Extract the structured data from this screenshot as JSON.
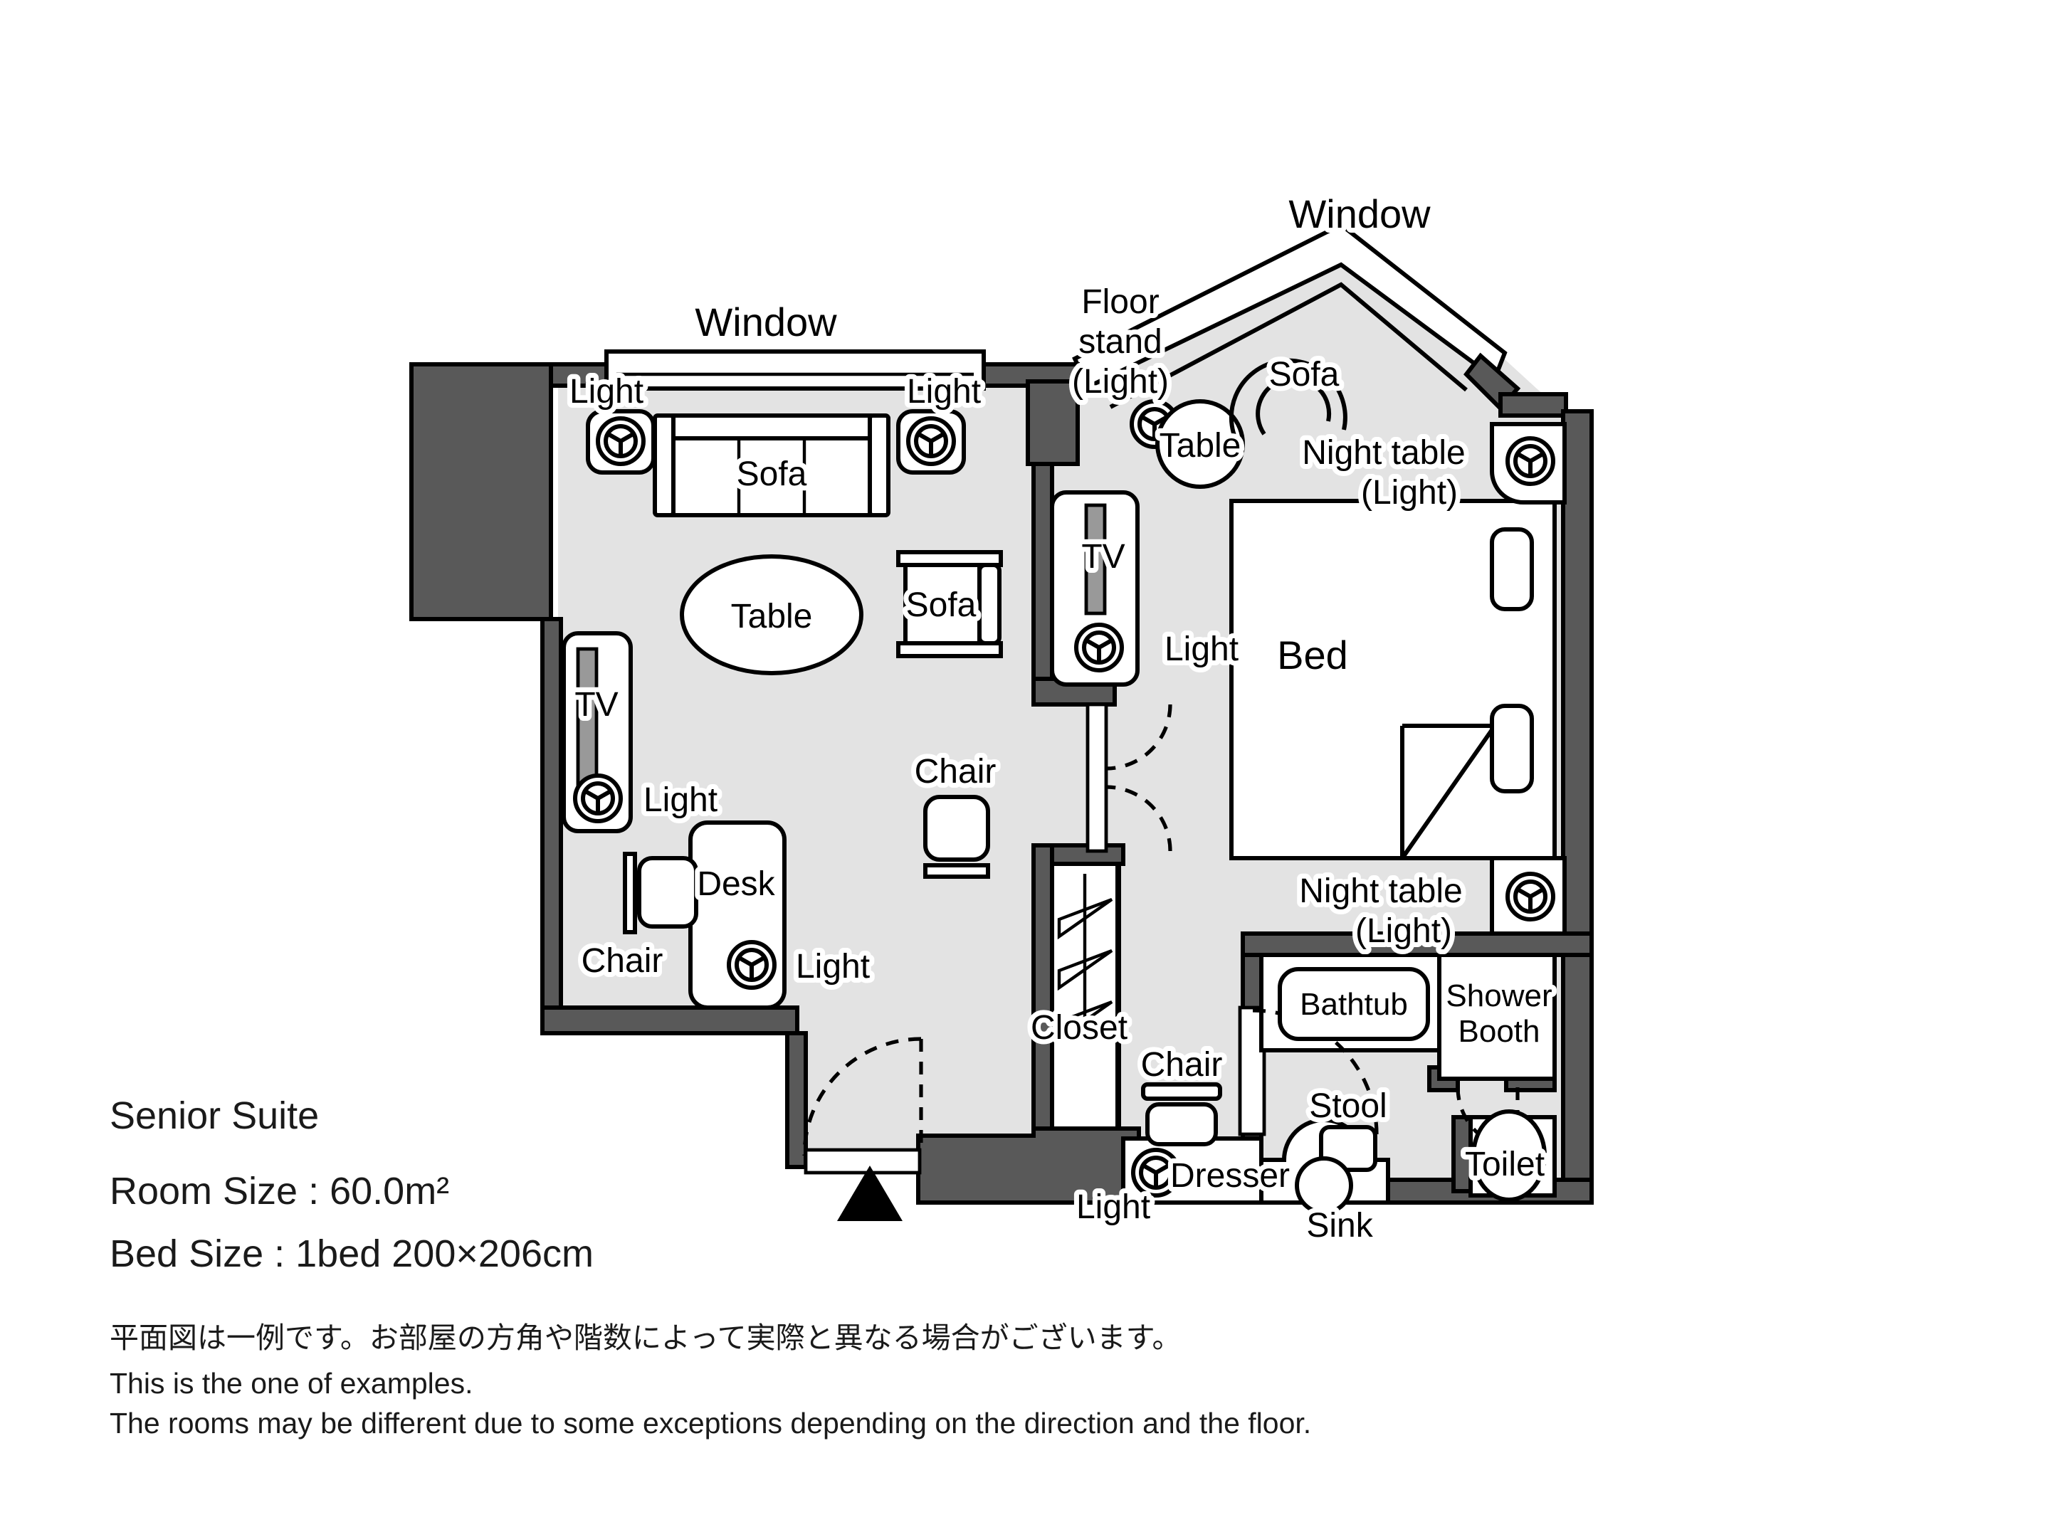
{
  "colors": {
    "wall": "#595959",
    "floor": "#e3e3e3",
    "furniture": "#ffffff",
    "tv_screen": "#999999"
  },
  "plan": {
    "living": {
      "window": "Window",
      "light_left": "Light",
      "light_right": "Light",
      "sofa": "Sofa",
      "table": "Table",
      "sofa_small": "Sofa",
      "tv": "TV",
      "tv_light": "Light",
      "desk": "Desk",
      "desk_light": "Light",
      "desk_chair": "Chair",
      "hall_chair": "Chair",
      "closet": "Closet"
    },
    "bay": {
      "window": "Window",
      "floor_stand_line1": "Floor",
      "floor_stand_line2": "stand",
      "floor_stand_line3": "(Light)",
      "table": "Table",
      "sofa": "Sofa"
    },
    "bedroom": {
      "tv": "TV",
      "tv_light": "Light",
      "bed": "Bed",
      "night_table_top_line1": "Night table",
      "night_table_top_line2": "(Light)",
      "night_table_bottom_line1": "Night table",
      "night_table_bottom_line2": "(Light)"
    },
    "bathroom": {
      "bathtub": "Bathtub",
      "shower_line1": "Shower",
      "shower_line2": "Booth",
      "stool": "Stool",
      "toilet": "Toilet",
      "sink": "Sink"
    },
    "vanity": {
      "chair": "Chair",
      "dresser": "Dresser",
      "light": "Light"
    }
  },
  "info": {
    "title": "Senior Suite",
    "room_size": "Room Size : 60.0m²",
    "bed_size": "Bed Size : 1bed 200×206cm"
  },
  "notes": {
    "jp": "平面図は一例です。お部屋の方角や階数によって実際と異なる場合がございます。",
    "en1": "This is the one of examples.",
    "en2": "The rooms may be different due to some exceptions depending on the direction and the floor."
  }
}
